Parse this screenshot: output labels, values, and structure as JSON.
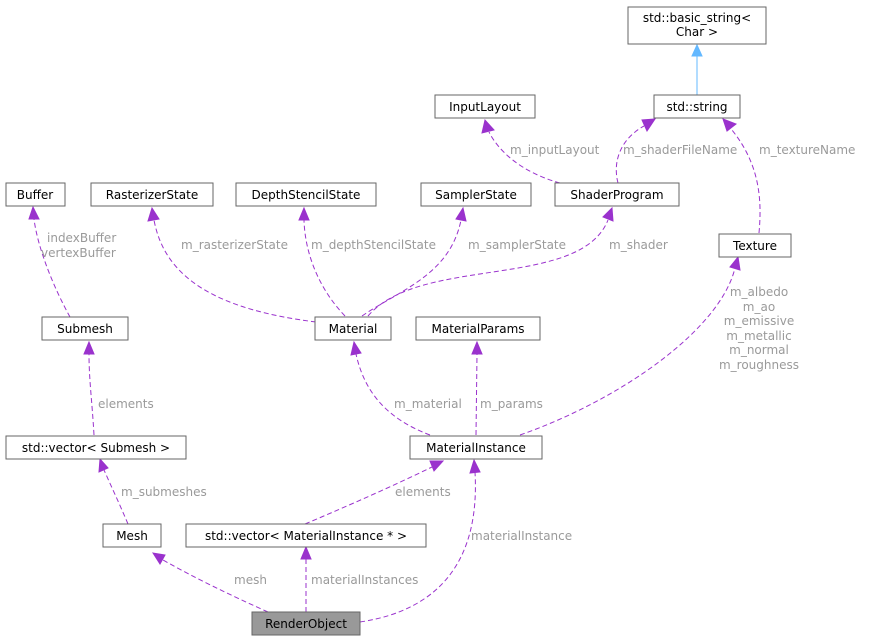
{
  "nodes": {
    "basic_string_line1": "std::basic_string<",
    "basic_string_line2": "Char >",
    "std_string": "std::string",
    "input_layout": "InputLayout",
    "buffer": "Buffer",
    "rasterizer_state": "RasterizerState",
    "depth_stencil_state": "DepthStencilState",
    "sampler_state": "SamplerState",
    "shader_program": "ShaderProgram",
    "texture": "Texture",
    "submesh": "Submesh",
    "material": "Material",
    "material_params": "MaterialParams",
    "vector_submesh": "std::vector< Submesh >",
    "material_instance": "MaterialInstance",
    "mesh": "Mesh",
    "vector_material_instance": "std::vector< MaterialInstance * >",
    "render_object": "RenderObject"
  },
  "edges": {
    "m_inputLayout": "m_inputLayout",
    "m_shaderFileName": "m_shaderFileName",
    "m_textureName": "m_textureName",
    "indexBuffer": "indexBuffer",
    "vertexBuffer": "vertexBuffer",
    "m_rasterizerState": "m_rasterizerState",
    "m_depthStencilState": "m_depthStencilState",
    "m_samplerState": "m_samplerState",
    "m_shader": "m_shader",
    "texture_members": [
      "m_albedo",
      "m_ao",
      "m_emissive",
      "m_metallic",
      "m_normal",
      "m_roughness"
    ],
    "elements_submesh": "elements",
    "m_material": "m_material",
    "m_params": "m_params",
    "m_submeshes": "m_submeshes",
    "elements_material_instance": "elements",
    "materialInstance": "materialInstance",
    "mesh": "mesh",
    "materialInstances": "materialInstances"
  },
  "colors": {
    "member_edge": "#9a32cd",
    "inheritance_edge": "#63b8ff",
    "edge_label": "#9a9a9a",
    "root_fill": "#999999"
  }
}
